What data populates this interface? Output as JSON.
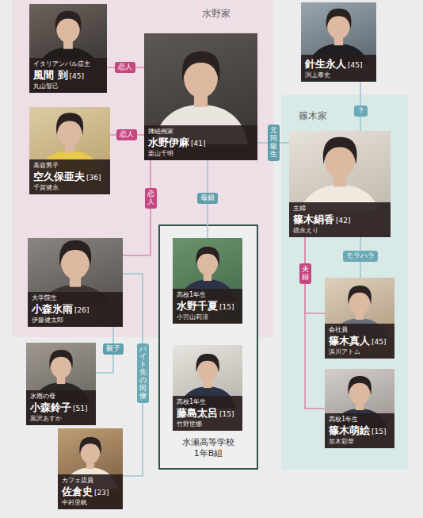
{
  "diagram": {
    "nodes": [
      {
        "text": [
          "水野家"
        ]
      },
      {
        "text": [
          "イタリアンバル店主",
          "風間 到",
          "[45]",
          "丸山智己"
        ],
        "in": 0
      },
      {
        "text": [
          "挿絵画家",
          "水野伊麻",
          "[41]",
          "栗山千明"
        ],
        "in": 0
      },
      {
        "text": [
          "美容男子",
          "空久保亜夫",
          "[36]",
          "千賀健永"
        ],
        "in": 0
      },
      {
        "text": [
          "大学院生",
          "小森氷雨",
          "[26]",
          "伊藤健太郎"
        ],
        "in": 0
      },
      {
        "text": [
          "針生永人",
          "[45]",
          "渕上泰史"
        ]
      },
      {
        "text": [
          "篠木家"
        ]
      },
      {
        "text": [
          "主婦",
          "篠木絹香",
          "[42]",
          "徳永えり"
        ],
        "in": 6
      },
      {
        "text": [
          "会社員",
          "篠木真人",
          "[45]",
          "浜川アトム"
        ],
        "in": 6
      },
      {
        "text": [
          "高校1年生",
          "篠木萌絵",
          "[15]",
          "並木彩華"
        ],
        "in": 6
      },
      {
        "text": [
          "水瀬高等学校 1年B組"
        ]
      },
      {
        "text": [
          "高校1年生",
          "水野千夏",
          "[15]",
          "小宮山莉渚"
        ],
        "in": 10
      },
      {
        "text": [
          "高校1年生",
          "藤島太呂",
          "[15]",
          "竹野世梛"
        ],
        "in": 10
      },
      {
        "text": [
          "氷雨の母",
          "小森鈴子",
          "[51]",
          "黒沢あすか"
        ]
      },
      {
        "text": [
          "カフェ店員",
          "佐倉史",
          "[23]",
          "中村里帆"
        ]
      }
    ],
    "edges": [
      {
        "from": 1,
        "to": 2,
        "label": "恋人",
        "arrow": "none"
      },
      {
        "from": 3,
        "to": 2,
        "label": "恋人",
        "arrow": "none"
      },
      {
        "from": 2,
        "to": 4,
        "label": "恋人",
        "arrow": "none"
      },
      {
        "from": 2,
        "to": 11,
        "label": "母娘",
        "arrow": "none"
      },
      {
        "from": 2,
        "to": 7,
        "label": "元同級生",
        "arrow": "none"
      },
      {
        "from": 5,
        "to": 7,
        "label": "？",
        "arrow": "none"
      },
      {
        "from": 8,
        "to": 7,
        "label": "モラハラ",
        "arrow": "none"
      },
      {
        "from": 7,
        "to": 8,
        "label": "夫婦",
        "arrow": "none"
      },
      {
        "from": 7,
        "to": 9,
        "arrow": "none"
      },
      {
        "from": 4,
        "to": 13,
        "label": "親子",
        "arrow": "none"
      },
      {
        "from": 4,
        "to": 14,
        "label": "バイト先の同僚",
        "arrow": "none"
      }
    ]
  }
}
